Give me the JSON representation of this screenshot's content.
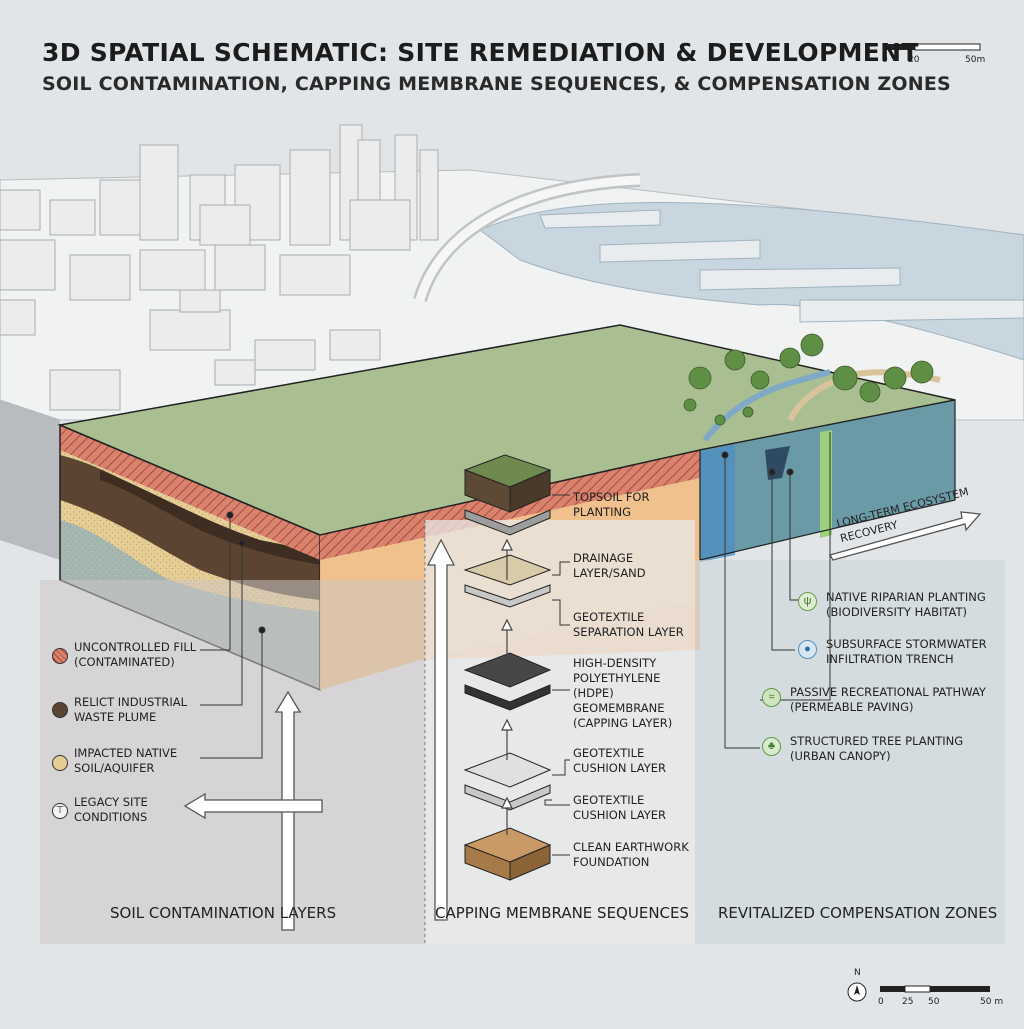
{
  "title": "3D SPATIAL SCHEMATIC: SITE REMEDIATION & DEVELOPMENT",
  "subtitle": "SOIL CONTAMINATION, CAPPING MEMBRANE SEQUENCES, & COMPENSATION ZONES",
  "scale_top": {
    "ticks": [
      "0",
      "20",
      "50m"
    ]
  },
  "scale_bottom": {
    "north": "N",
    "ticks": [
      "0",
      "25",
      "50",
      "50 m"
    ]
  },
  "colors": {
    "contaminated_fill": "#d9826e",
    "waste_plume": "#5b4532",
    "native_soil": "#e6cd96",
    "capping_band": "#f2b678",
    "riparian": "#8fbf6a",
    "stormwater": "#4f8fc3",
    "pathway": "#7aae5a",
    "tree": "#6aa25a",
    "site_surface": "#a9bf92"
  },
  "legend_left": [
    {
      "label": "UNCONTROLLED FILL (CONTAMINATED)",
      "icon": "hatched-swatch"
    },
    {
      "label": "RELICT INDUSTRIAL WASTE PLUME",
      "icon": "dark-swatch"
    },
    {
      "label": "IMPACTED NATIVE SOIL/AQUIFER",
      "icon": "sand-swatch"
    },
    {
      "label": "LEGACY SITE CONDITIONS",
      "icon": "legacy-site-icon"
    }
  ],
  "capping_layers": [
    "TOPSOIL FOR PLANTING",
    "DRAINAGE LAYER/SAND",
    "GEOTEXTILE SEPARATION LAYER",
    "HIGH-DENSITY POLYETHYLENE (HDPE) GEOMEMBRANE (CAPPING LAYER)",
    "GEOTEXTILE CUSHION LAYER",
    "GEOTEXTILE CUSHION LAYER",
    "CLEAN EARTHWORK FOUNDATION"
  ],
  "ecosystem_arrow": "LONG-TERM ECOSYSTEM RECOVERY",
  "legend_right": [
    {
      "label": "NATIVE RIPARIAN PLANTING (BIODIVERSITY HABITAT)",
      "icon": "plant-icon"
    },
    {
      "label": "SUBSURFACE STORMWATER INFILTRATION TRENCH",
      "icon": "water-drop-icon"
    },
    {
      "label": "PASSIVE RECREATIONAL PATHWAY (PERMEABLE PAVING)",
      "icon": "pathway-icon"
    },
    {
      "label": "STRUCTURED TREE PLANTING (URBAN CANOPY)",
      "icon": "tree-icon"
    }
  ],
  "panels": [
    "SOIL CONTAMINATION LAYERS",
    "CAPPING MEMBRANE SEQUENCES",
    "REVITALIZED COMPENSATION ZONES"
  ]
}
